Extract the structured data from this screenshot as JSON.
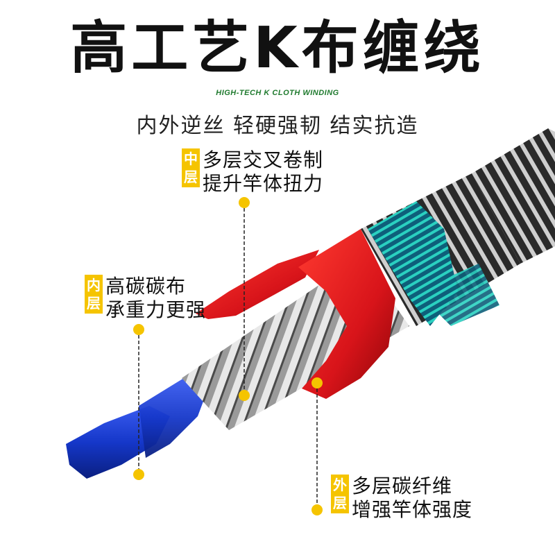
{
  "title": "高工艺K布缠绕",
  "subtitle_en": "HIGH-TECH K CLOTH WINDING",
  "tagline": "内外逆丝  轻硬强韧  结实抗造",
  "colors": {
    "accent_yellow": "#f5c400",
    "green": "#1f7a2e",
    "blue_layer": "#1537c9",
    "red_layer": "#d8141a",
    "teal_fiber": "#1a8f9a"
  },
  "callouts": {
    "middle": {
      "badge": [
        "中",
        "层"
      ],
      "lines": [
        "多层交叉卷制",
        "提升竿体扭力"
      ]
    },
    "inner": {
      "badge": [
        "内",
        "层"
      ],
      "lines": [
        "高碳碳布",
        "承重力更强"
      ]
    },
    "outer": {
      "badge": [
        "外",
        "层"
      ],
      "lines": [
        "多层碳纤维",
        "增强竿体强度"
      ]
    }
  }
}
